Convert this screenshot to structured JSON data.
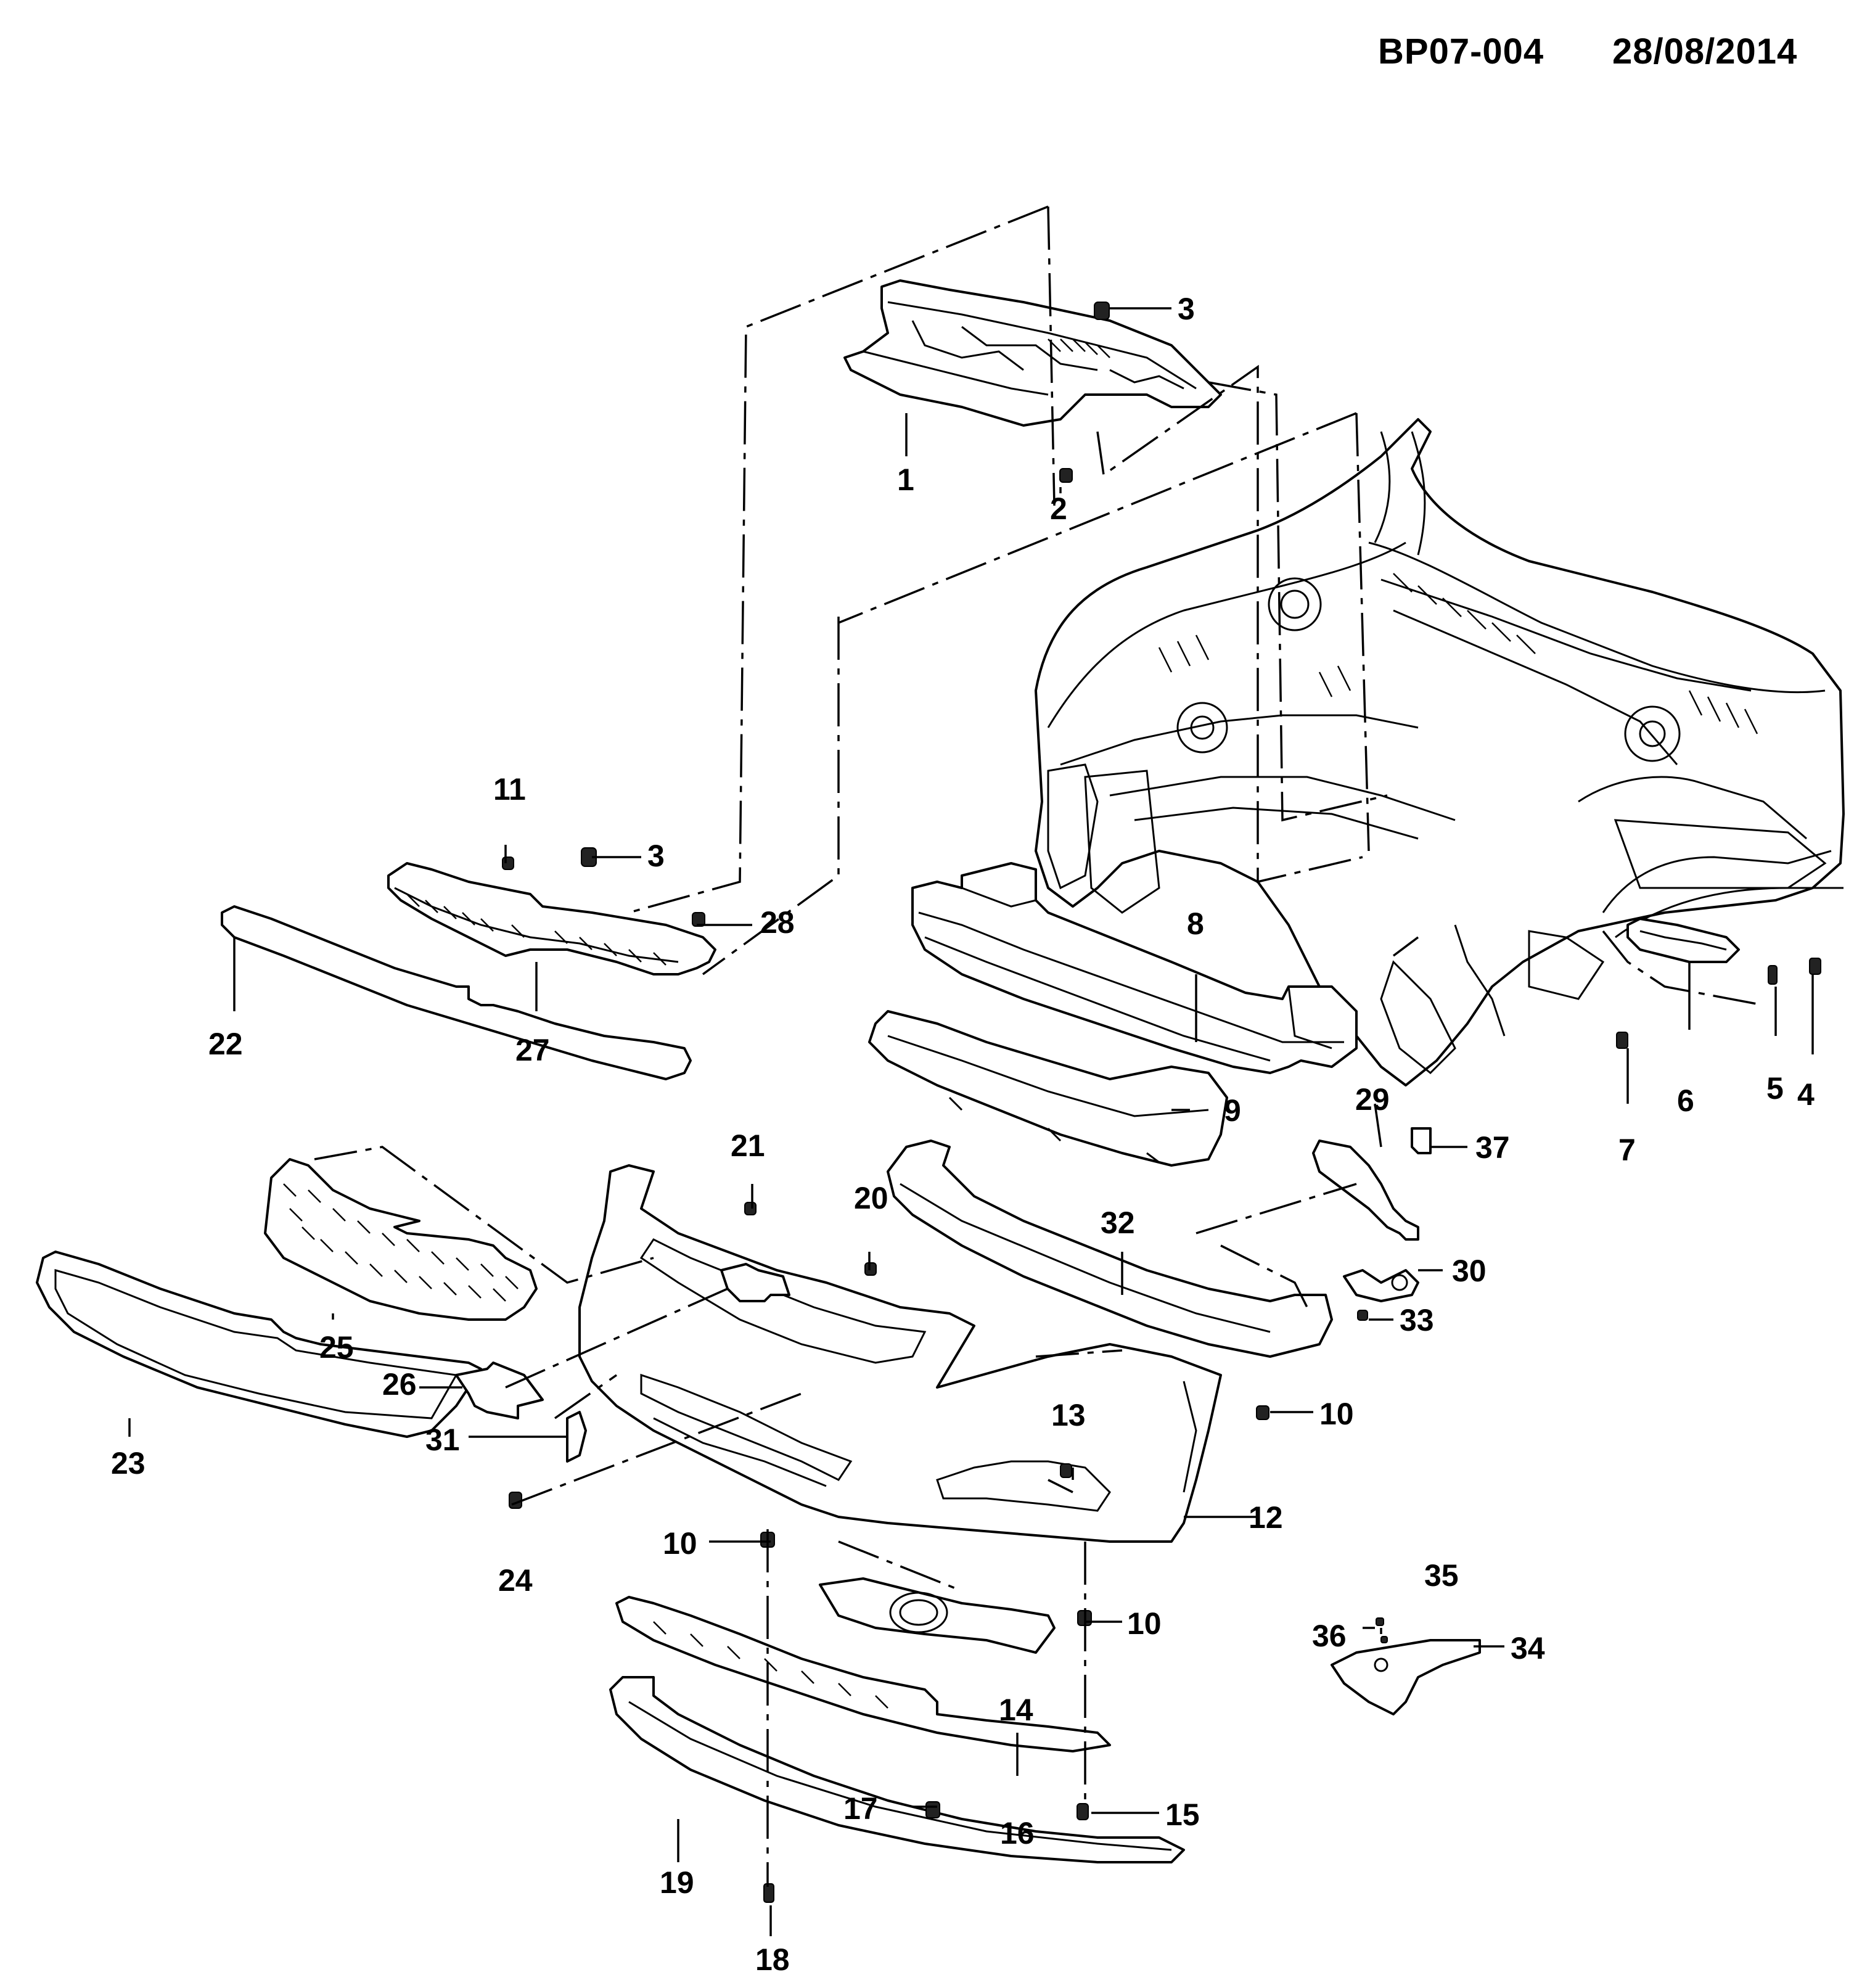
{
  "header": {
    "code": "BP07-004",
    "date": "28/08/2014"
  },
  "callouts": {
    "c1": "1",
    "c2": "2",
    "c3a": "3",
    "c3b": "3",
    "c4": "4",
    "c5": "5",
    "c6": "6",
    "c7": "7",
    "c8": "8",
    "c9": "9",
    "c10a": "10",
    "c10b": "10",
    "c10c": "10",
    "c11": "11",
    "c12": "12",
    "c13": "13",
    "c14": "14",
    "c15": "15",
    "c16": "16",
    "c17": "17",
    "c18": "18",
    "c19": "19",
    "c20": "20",
    "c21": "21",
    "c22": "22",
    "c23": "23",
    "c24": "24",
    "c25": "25",
    "c26": "26",
    "c27": "27",
    "c28": "28",
    "c29": "29",
    "c30": "30",
    "c31": "31",
    "c32": "32",
    "c33": "33",
    "c34": "34",
    "c35": "35",
    "c36": "36",
    "c37": "37"
  }
}
